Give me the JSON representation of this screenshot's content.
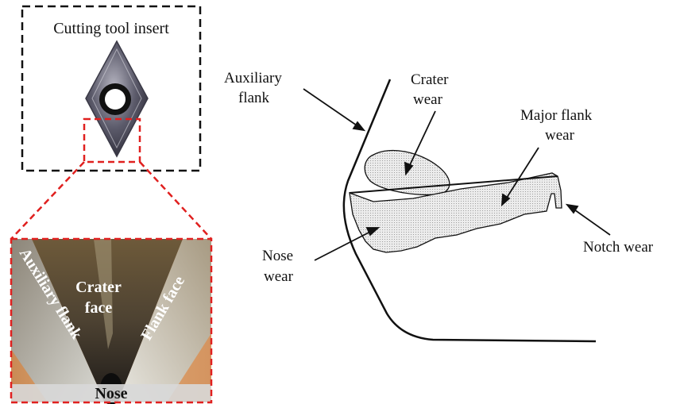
{
  "top_box": {
    "title": "Cutting tool insert"
  },
  "photo": {
    "auxiliary_flank": "Auxiliary flank",
    "crater_face_line1": "Crater",
    "crater_face_line2": "face",
    "flank_face": "Flank face",
    "nose": "Nose"
  },
  "diagram": {
    "auxiliary_flank_line1": "Auxiliary",
    "auxiliary_flank_line2": "flank",
    "crater_wear_line1": "Crater",
    "crater_wear_line2": "wear",
    "major_flank_wear_line1": "Major flank",
    "major_flank_wear_line2": "wear",
    "nose_wear_line1": "Nose",
    "nose_wear_line2": "wear",
    "notch_wear": "Notch wear"
  },
  "colors": {
    "dashed_box": "#111111",
    "zoom_lines": "#e0201f",
    "wear_fill": "#e4e4e4"
  }
}
